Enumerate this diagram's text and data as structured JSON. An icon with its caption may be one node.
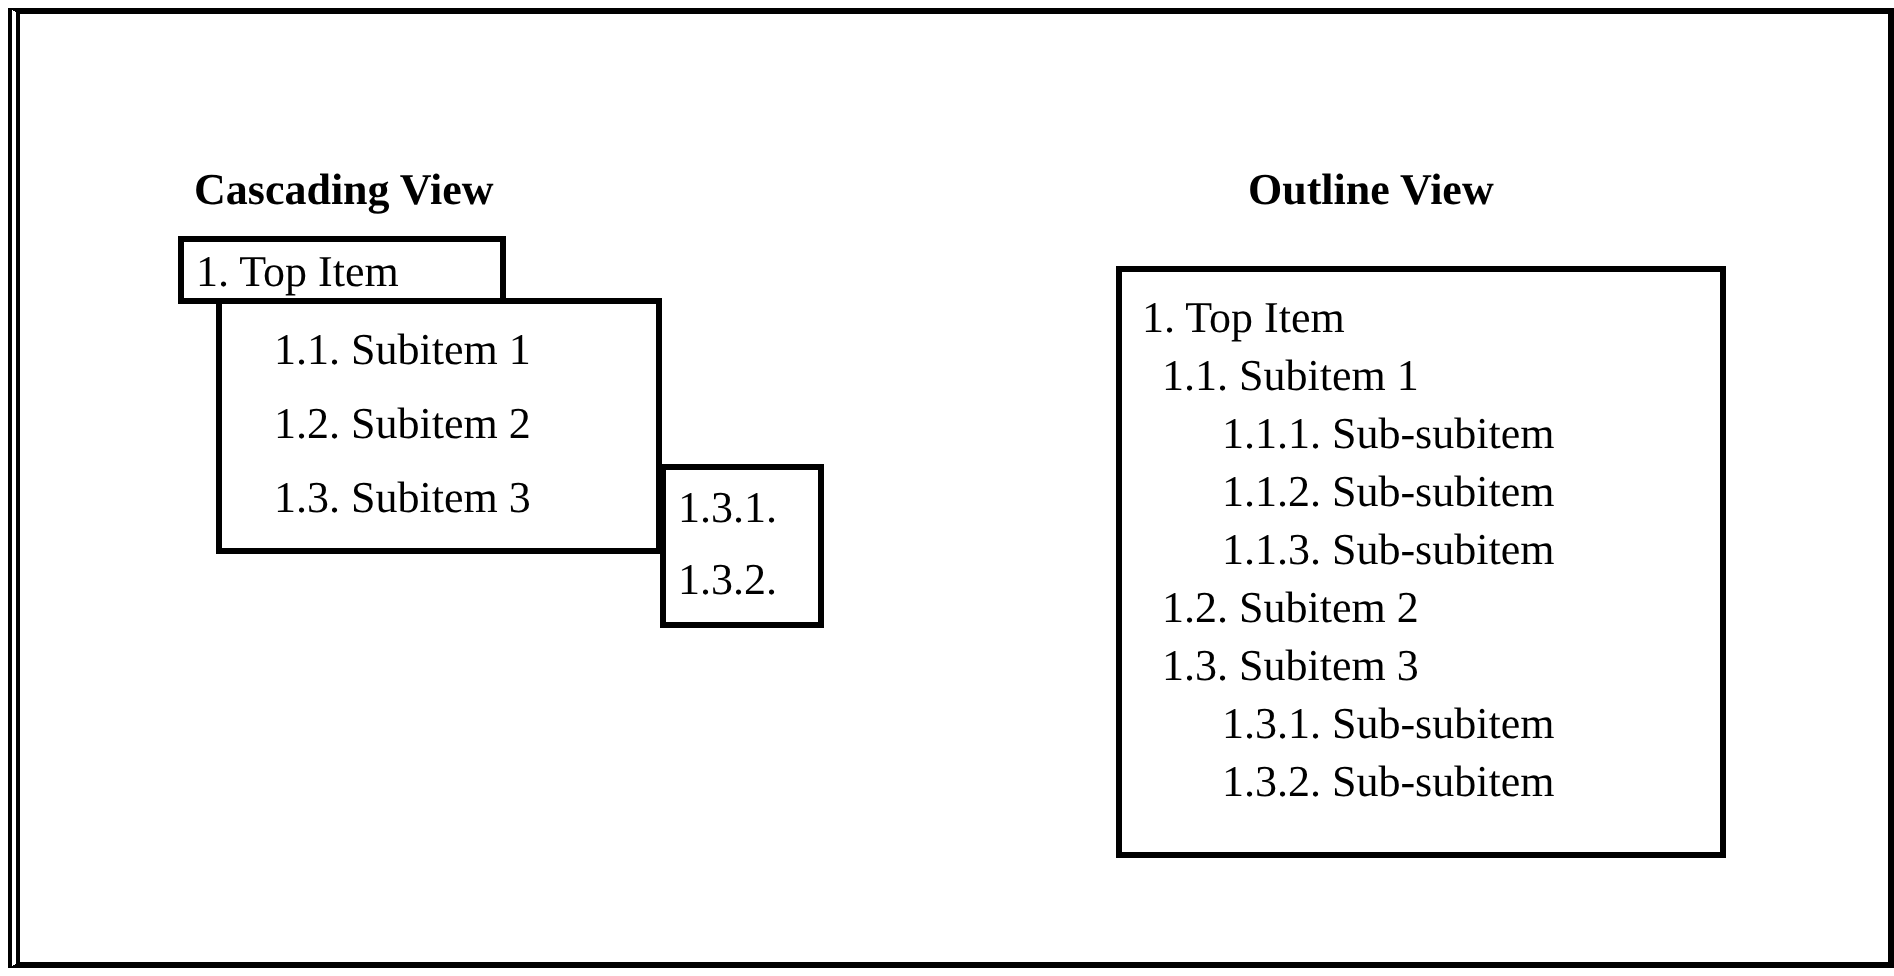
{
  "diagram": {
    "nodes": [
      {
        "text": [
          "1. Top Item"
        ]
      },
      {
        "text": [
          "1.1. Subitem 1",
          "1.2. Subitem 2",
          "1.3. Subitem 3"
        ]
      },
      {
        "text": [
          "1.3.1.",
          "1.3.2."
        ]
      },
      {
        "text": [
          "1. Top Item",
          "1.1. Subitem 1",
          "1.1.1. Sub-subitem",
          "1.1.2. Sub-subitem",
          "1.1.3. Sub-subitem",
          "1.2. Subitem 2",
          "1.3. Subitem 3",
          "1.3.1. Sub-subitem",
          "1.3.2. Sub-subitem"
        ]
      }
    ],
    "labels": [
      "Cascading View",
      "Outline View"
    ]
  }
}
